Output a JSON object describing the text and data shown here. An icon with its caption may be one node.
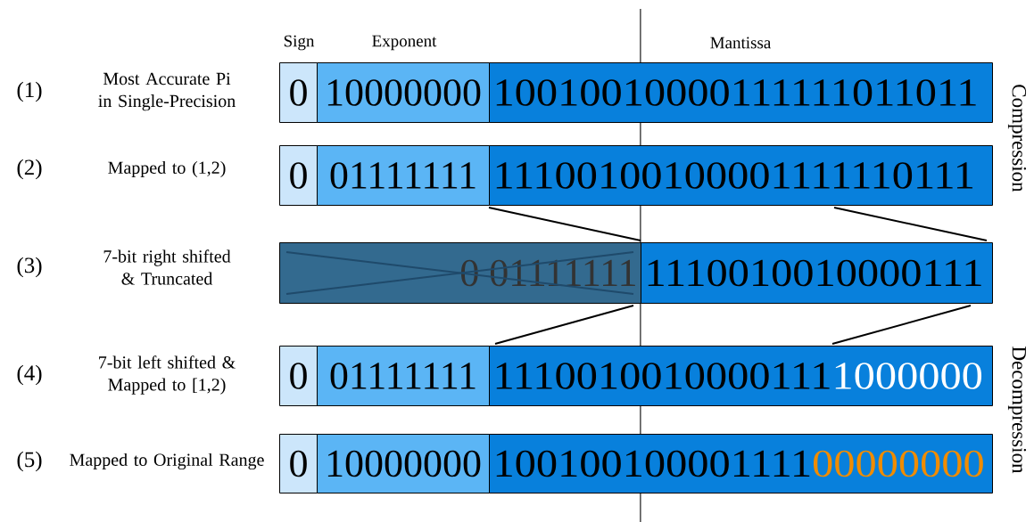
{
  "diagram": {
    "nodes": [
      {
        "text": [
          "0"
        ]
      },
      {
        "text": [
          "10000000"
        ]
      },
      {
        "text": [
          "10010010000111111011011"
        ]
      },
      {
        "text": [
          "0"
        ]
      },
      {
        "text": [
          "01111111"
        ]
      },
      {
        "text": [
          "11100100100001111110111"
        ]
      },
      {
        "text": [
          "0 01111111"
        ]
      },
      {
        "text": [
          "1110010010000111"
        ]
      },
      {
        "text": [
          "0"
        ]
      },
      {
        "text": [
          "01111111"
        ]
      },
      {
        "text": [
          "1110010010000111",
          "1000000"
        ]
      },
      {
        "text": [
          "0"
        ]
      },
      {
        "text": [
          "10000000"
        ]
      },
      {
        "text": [
          "100100100001111",
          "00000000"
        ]
      }
    ],
    "edges": [
      {
        "from": 5,
        "to": 7,
        "arrow": "none"
      },
      {
        "from": 5,
        "to": 7,
        "arrow": "none"
      },
      {
        "from": 7,
        "to": 10,
        "arrow": "none"
      },
      {
        "from": 7,
        "to": 10,
        "arrow": "none"
      }
    ],
    "labels": [
      "Sign",
      "Exponent",
      "Mantissa",
      "(1)",
      "Most Accurate Pi in Single-Precision",
      "(2)",
      "Mapped to (1,2)",
      "(3)",
      "7-bit right shifted & Truncated",
      "(4)",
      "7-bit left shifted & Mapped to [1,2)",
      "(5)",
      "Mapped to Original Range",
      "Compression",
      "Decompression"
    ]
  }
}
